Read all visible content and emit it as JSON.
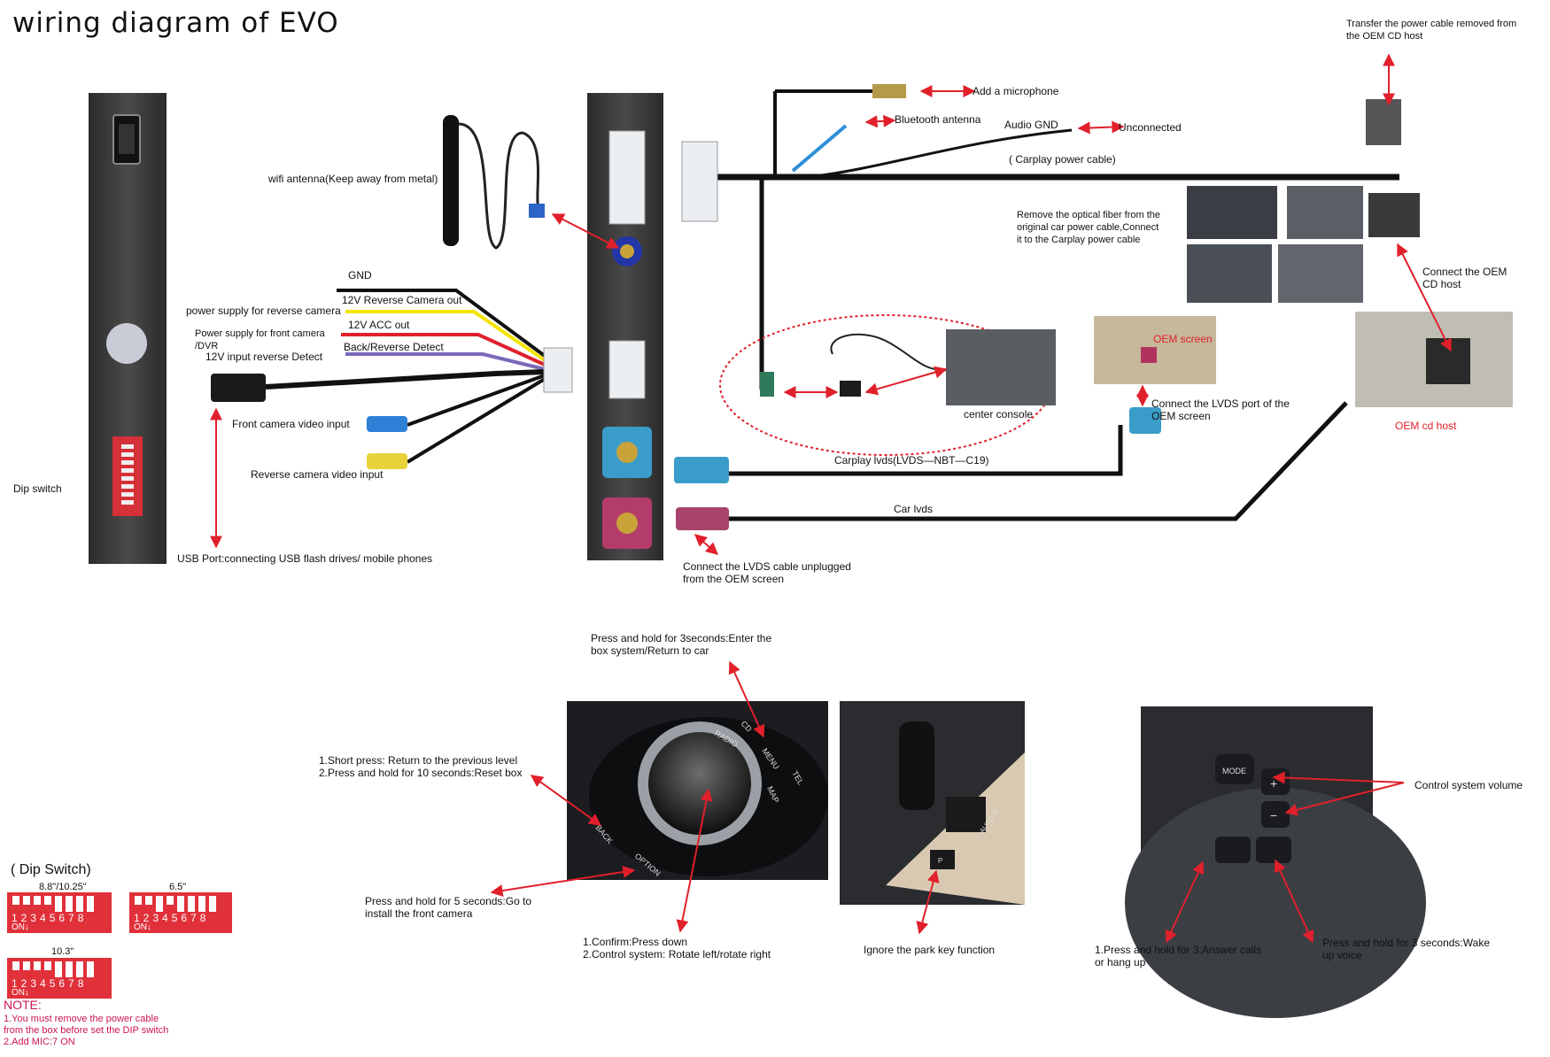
{
  "title": "wiring diagram of EVO",
  "left_box": {
    "dip_switch_label": "Dip switch",
    "usb_label": "USB Port:connecting  USB flash drives/ mobile phones"
  },
  "wires": {
    "gnd": "GND",
    "rev_cam_power": "power supply for reverse camera",
    "rev_cam_out": "12V Reverse Camera out",
    "front_cam_power": "Power supply for front camera\n/DVR",
    "acc_out": "12V ACC out",
    "reverse_detect_1": "Back/Reverse Detect",
    "reverse_detect_2": "12V  input reverse Detect",
    "front_video": "Front camera video input",
    "reverse_video": "Reverse camera video input"
  },
  "wifi_antenna": "wifi antenna(Keep away from metal)",
  "right_harness": {
    "microphone": "Add a microphone",
    "bluetooth": "Bluetooth antenna",
    "audio_gnd": "Audio GND",
    "unconnected": "Unconnected",
    "carplay_power": "( Carplay power cable)",
    "transfer_power": "Transfer the power cable removed from\nthe OEM CD host",
    "optical_fiber": "Remove the optical fiber from the\noriginal car power cable,Connect\nit to the Carplay power cable",
    "connect_oem_cd": "Connect the OEM\nCD host",
    "center_console": "center console",
    "oem_screen": "OEM screen",
    "connect_lvds_port": "Connect the LVDS port of the\nOEM screen",
    "oem_cd_host": "OEM cd host",
    "carplay_lvds": "Carplay lvds(LVDS—NBT—C19)",
    "car_lvds": "Car lvds",
    "lvds_unplugged": "Connect the LVDS cable unplugged\nfrom the OEM screen"
  },
  "controls": {
    "hold_3s": "Press and hold for 3seconds:Enter the\nbox system/Return to car",
    "short_press": "1.Short press: Return to the previous level\n2.Press and hold for 10 seconds:Reset box",
    "hold_5s": "Press and hold for 5 seconds:Go to\ninstall the front camera",
    "confirm": "1.Confirm:Press down\n2.Control system: Rotate left/rotate right",
    "park_key": "Ignore the park key function",
    "volume": "Control system volume",
    "answer_calls": "1.Press and hold for 3:Answer calls\nor hang up",
    "wake_voice": "Press and hold for 3 seconds:Wake\nup voice"
  },
  "idrive_buttons": [
    "RADIO",
    "CD",
    "MENU",
    "TEL",
    "MAP",
    "BACK",
    "OPTION"
  ],
  "wheel_buttons": [
    "MODE",
    "+",
    "−"
  ],
  "gear_buttons": [
    "AUTO H",
    "P"
  ],
  "dip_section": {
    "heading": "( Dip Switch)",
    "size_a": "8.8\"/10.25\"",
    "size_b": "6.5\"",
    "size_c": "10.3\"",
    "switch_numbers": "12345678",
    "on_label": "ON↓",
    "note_title": "NOTE:",
    "note_1": "1.You must remove the power cable\nfrom the box before set the DIP switch",
    "note_2": "2.Add MIC:7 ON"
  },
  "colors": {
    "arrow": "#e0202b",
    "wire_black": "#111111",
    "wire_yellow": "#f5e400",
    "wire_red": "#e0202b",
    "wire_purple": "#7b68b8",
    "wire_blue": "#2d8fd8",
    "note": "#cc1452",
    "dip_red": "#e0303a"
  }
}
